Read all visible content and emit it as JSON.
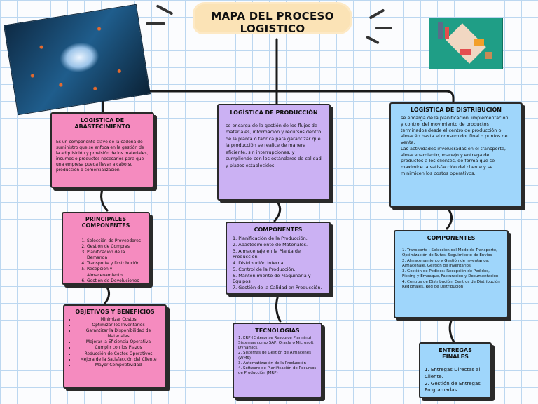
{
  "title": "MAPA DEL PROCESO LOGISTICO",
  "abastecimiento": {
    "title": "LOGISTICA  DE ABASTECIMIENTO",
    "text": "Es un componente clave de la cadena de suministro que se enfoca en la gestión de la adquisición y provisión de los materiales, insumos o productos necesarios para que una empresa pueda llevar a cabo su producción o comercialización"
  },
  "componentes_abast": {
    "title": "PRINCIPALES COMPONENTES",
    "items": [
      "Selección de Proveedores",
      "Gestión de Compras",
      "Planificación de la Demanda",
      "Transporte y Distribución",
      "Recepción y Almacenamiento",
      "Gestión de Devoluciones"
    ]
  },
  "objetivos": {
    "title": "OBJETIVOS Y BENEFICIOS",
    "items": [
      "Minimizar Costos",
      "Optimizar los Inventarios",
      "Garantizar la Disponibilidad de Materiales",
      "Mejorar la Eficiencia Operativa",
      "Cumplir con los Plazos",
      "Reducción de Costos Operativos",
      "Mejora de la Satisfacción del Cliente",
      "Mayor Competitividad"
    ]
  },
  "produccion": {
    "title": "LOGÍSTICA DE PRODUCCIÓN",
    "text": "se encarga de la gestión de los flujos de materiales, información y recursos dentro de la planta o fábrica para garantizar que la producción se realice de manera eficiente, sin interrupciones, y cumpliendo con los estándares de calidad y plazos establecidos"
  },
  "componentes_prod": {
    "title": "COMPONENTES",
    "items": [
      "1. Planificación de la Producción.",
      "2. Abastecimiento de Materiales.",
      "3. Almacenaje en la Planta de Producción",
      "4. Distribución Interna.",
      "5. Control de la Producción.",
      "6. Mantenimiento de Maquinaria y Equipos",
      "7. Gestión de la Calidad en Producción."
    ]
  },
  "tecnologias": {
    "title": "TECNOLOGIAS",
    "items": [
      "1. ERP (Enterprise Resource Planning) Sistemas como SAP, Oracle o Microsoft Dynamics.",
      "2. Sistemas de Gestión de Almacenes (WMS)",
      "3. Automatización de la Producción",
      "4. Software de Planificación de Recursos de Producción (MRP)"
    ]
  },
  "distribucion": {
    "title": "LOGÍSTICA DE DISTRIBUCIÓN",
    "text": "se encarga de la planificación, implementación y control del movimiento de productos terminados desde el centro de producción o almacén hasta el consumidor final o puntos de venta.",
    "text2": "Las actividades involucradas en el transporte, almacenamiento, manejo y entrega de productos a los clientes, de forma que se maximice la satisfacción del cliente y se minimicen los costos operativos."
  },
  "componentes_dist": {
    "title": "COMPONENTES",
    "items": [
      "1. Transporte : Selección del Modo de Transporte, Optimización de Rutas, Seguimiento de Envíos",
      "2. Almacenamiento y Gestión de Inventarios: Almacenaje, Gestión de Inventarios",
      "3. Gestión de Pedidos: Recepción de Pedidos, Picking y Empaque, Facturación y Documentación",
      "4. Centros de Distribución: Centros de Distribución Regionales, Red de Distribución"
    ]
  },
  "entregas": {
    "title": "ENTREGAS FINALES",
    "items": [
      "1. Entregas Directas al Cliente.",
      "2. Gestión de Entregas Programadas"
    ]
  },
  "colors": {
    "pink": "#f58bbf",
    "violet": "#cbb1f3",
    "blue": "#9fd6fb",
    "title_bg": "#fbe3b6",
    "grid": "#bcd7f0"
  }
}
